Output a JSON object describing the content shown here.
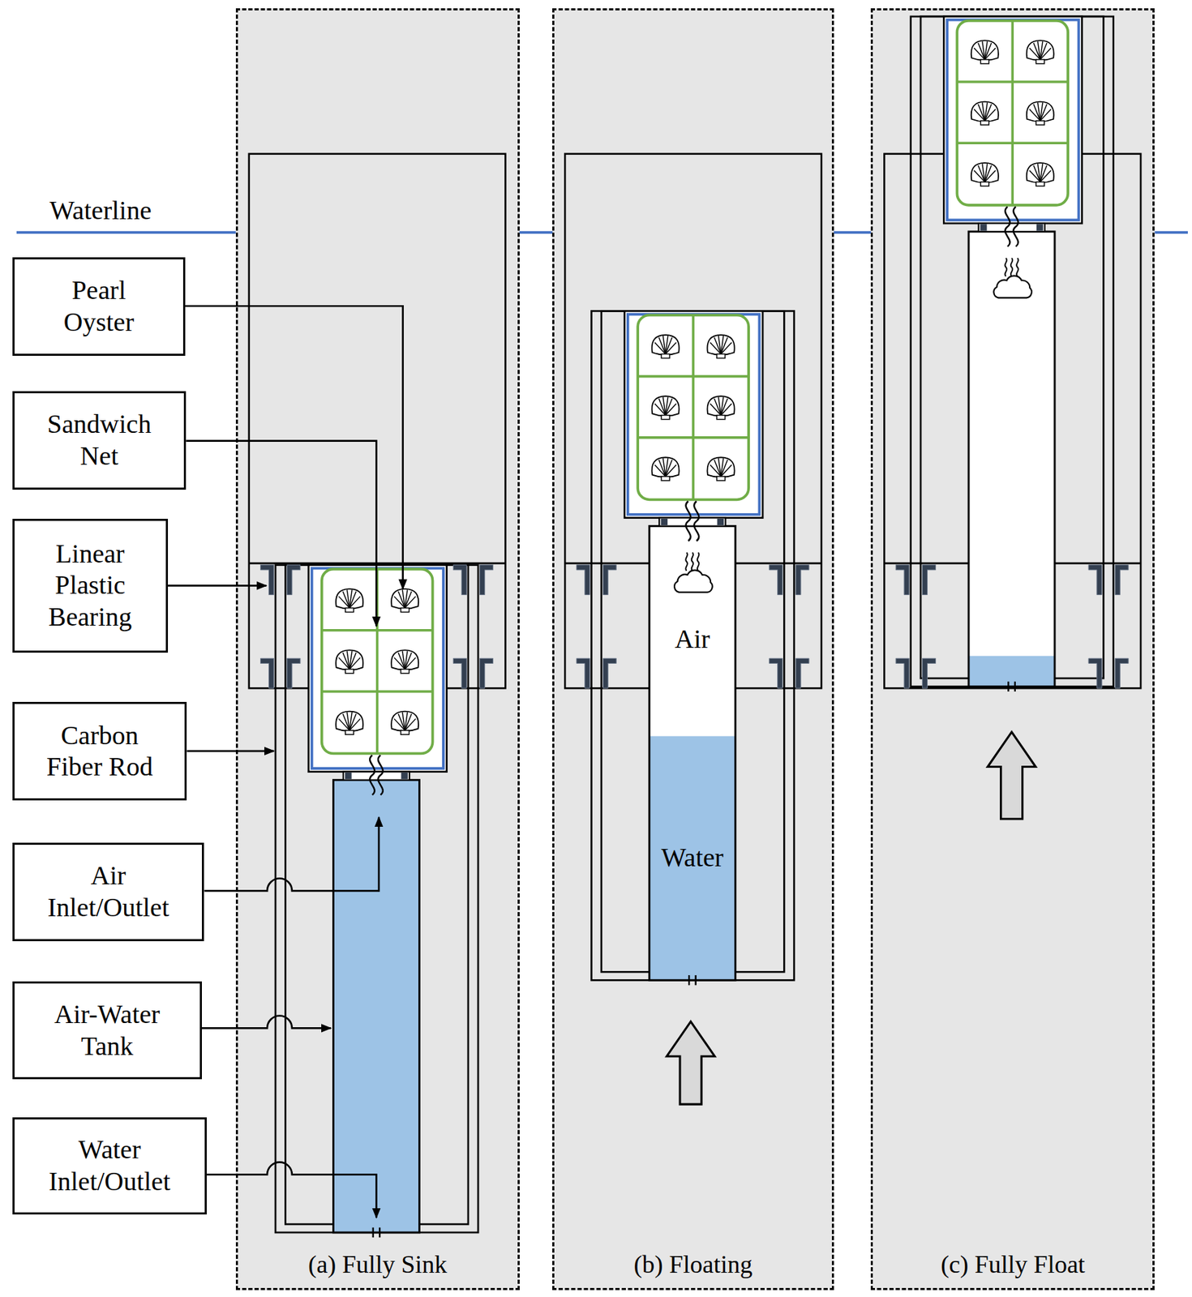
{
  "diagram": {
    "nodes": [
      {
        "text": [
          "Pearl Oyster"
        ]
      },
      {
        "text": [
          "Sandwich Net"
        ]
      },
      {
        "text": [
          "Linear Plastic Bearing"
        ]
      },
      {
        "text": [
          "Carbon Fiber Rod"
        ]
      },
      {
        "text": [
          "Air Inlet/Outlet"
        ]
      },
      {
        "text": [
          "Air-Water Tank"
        ]
      },
      {
        "text": [
          "Water Inlet/Outlet"
        ]
      },
      {
        "text": [
          "(a) Fully Sink"
        ]
      },
      {
        "text": [
          "(b) Floating"
        ]
      },
      {
        "text": [
          "Air",
          "Water"
        ],
        "in": 8
      },
      {
        "text": [
          "(c) Fully Float"
        ]
      }
    ],
    "labels": [
      "Waterline"
    ]
  }
}
